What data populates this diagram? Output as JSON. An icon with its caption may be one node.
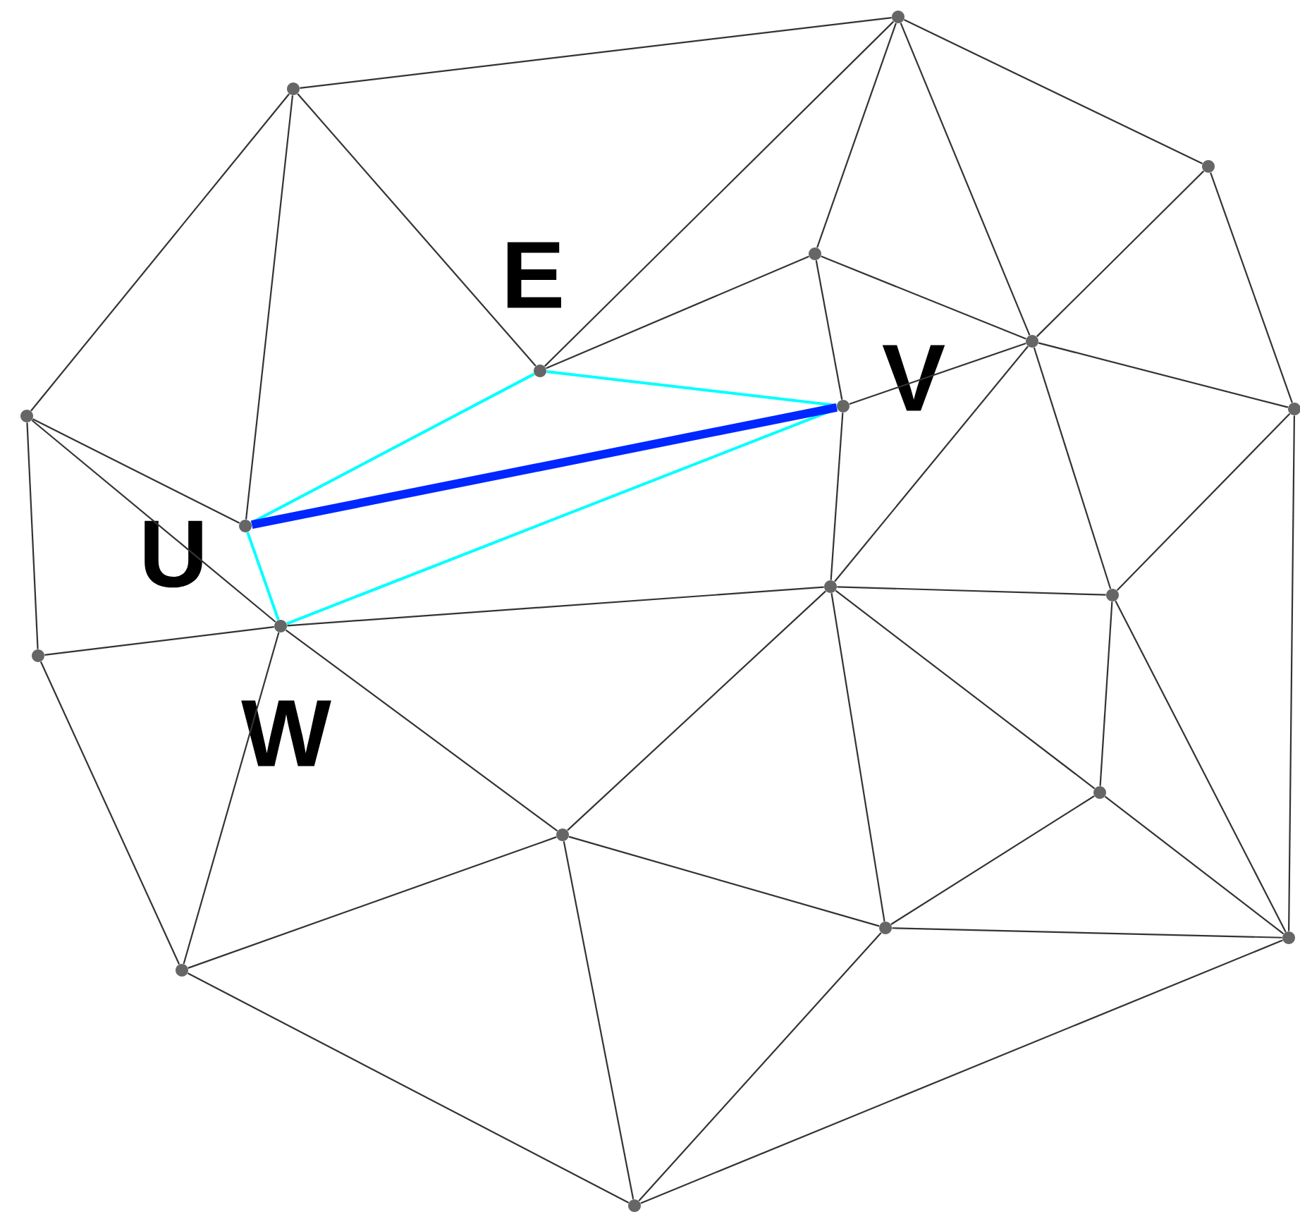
{
  "diagram": {
    "nodes": [
      {
        "text": [],
        "shape": "circle"
      },
      {
        "text": [],
        "shape": "circle"
      },
      {
        "text": [],
        "shape": "circle"
      },
      {
        "text": [],
        "shape": "circle"
      },
      {
        "text": [],
        "shape": "circle"
      },
      {
        "text": [],
        "shape": "circle",
        "beside": [
          "E"
        ]
      },
      {
        "text": [],
        "shape": "circle",
        "beside": [
          "V"
        ]
      },
      {
        "text": [],
        "shape": "circle"
      },
      {
        "text": [],
        "shape": "circle"
      },
      {
        "text": [],
        "shape": "circle",
        "beside": [
          "U"
        ]
      },
      {
        "text": [],
        "shape": "circle"
      },
      {
        "text": [],
        "shape": "circle"
      },
      {
        "text": [],
        "shape": "circle",
        "beside": [
          "W"
        ]
      },
      {
        "text": [],
        "shape": "circle"
      },
      {
        "text": [],
        "shape": "circle"
      },
      {
        "text": [],
        "shape": "circle"
      },
      {
        "text": [],
        "shape": "circle"
      },
      {
        "text": [],
        "shape": "circle"
      },
      {
        "text": [],
        "shape": "circle"
      },
      {
        "text": [],
        "shape": "circle"
      }
    ],
    "edges": [
      {
        "from": 1,
        "to": 0,
        "arrow": "none"
      },
      {
        "from": 1,
        "to": 8,
        "arrow": "none"
      },
      {
        "from": 1,
        "to": 9,
        "arrow": "none"
      },
      {
        "from": 1,
        "to": 5,
        "arrow": "none"
      },
      {
        "from": 0,
        "to": 5,
        "arrow": "none"
      },
      {
        "from": 5,
        "to": 3,
        "arrow": "none"
      },
      {
        "from": 0,
        "to": 3,
        "arrow": "none"
      },
      {
        "from": 0,
        "to": 4,
        "arrow": "none"
      },
      {
        "from": 0,
        "to": 2,
        "arrow": "none"
      },
      {
        "from": 3,
        "to": 4,
        "arrow": "none"
      },
      {
        "from": 3,
        "to": 6,
        "arrow": "none"
      },
      {
        "from": 6,
        "to": 4,
        "arrow": "none"
      },
      {
        "from": 6,
        "to": 10,
        "arrow": "none"
      },
      {
        "from": 4,
        "to": 2,
        "arrow": "none"
      },
      {
        "from": 4,
        "to": 7,
        "arrow": "none"
      },
      {
        "from": 4,
        "to": 10,
        "arrow": "none"
      },
      {
        "from": 4,
        "to": 11,
        "arrow": "none"
      },
      {
        "from": 2,
        "to": 7,
        "arrow": "none"
      },
      {
        "from": 7,
        "to": 11,
        "arrow": "none"
      },
      {
        "from": 7,
        "to": 17,
        "arrow": "none"
      },
      {
        "from": 10,
        "to": 11,
        "arrow": "none"
      },
      {
        "from": 12,
        "to": 10,
        "arrow": "none"
      },
      {
        "from": 10,
        "to": 15,
        "arrow": "none"
      },
      {
        "from": 10,
        "to": 16,
        "arrow": "none"
      },
      {
        "from": 10,
        "to": 14,
        "arrow": "none"
      },
      {
        "from": 11,
        "to": 14,
        "arrow": "none"
      },
      {
        "from": 11,
        "to": 17,
        "arrow": "none"
      },
      {
        "from": 14,
        "to": 16,
        "arrow": "none"
      },
      {
        "from": 14,
        "to": 17,
        "arrow": "none"
      },
      {
        "from": 16,
        "to": 17,
        "arrow": "none"
      },
      {
        "from": 15,
        "to": 16,
        "arrow": "none"
      },
      {
        "from": 16,
        "to": 19,
        "arrow": "none"
      },
      {
        "from": 17,
        "to": 19,
        "arrow": "none"
      },
      {
        "from": 15,
        "to": 12,
        "arrow": "none"
      },
      {
        "from": 15,
        "to": 18,
        "arrow": "none"
      },
      {
        "from": 15,
        "to": 19,
        "arrow": "none"
      },
      {
        "from": 18,
        "to": 19,
        "arrow": "none"
      },
      {
        "from": 18,
        "to": 12,
        "arrow": "none"
      },
      {
        "from": 18,
        "to": 13,
        "arrow": "none"
      },
      {
        "from": 13,
        "to": 12,
        "arrow": "none"
      },
      {
        "from": 13,
        "to": 8,
        "arrow": "none"
      },
      {
        "from": 8,
        "to": 9,
        "arrow": "none"
      },
      {
        "from": 8,
        "to": 12,
        "arrow": "none"
      },
      {
        "from": 5,
        "to": 6,
        "arrow": "none",
        "color": "#00ffff"
      },
      {
        "from": 5,
        "to": 9,
        "arrow": "none",
        "color": "#00ffff"
      },
      {
        "from": 9,
        "to": 12,
        "arrow": "none",
        "color": "#00ffff"
      },
      {
        "from": 12,
        "to": 6,
        "arrow": "none",
        "color": "#00ffff"
      },
      {
        "from": 9,
        "to": 6,
        "arrow": "none",
        "style": "thick",
        "color": "#0027ff"
      }
    ]
  }
}
